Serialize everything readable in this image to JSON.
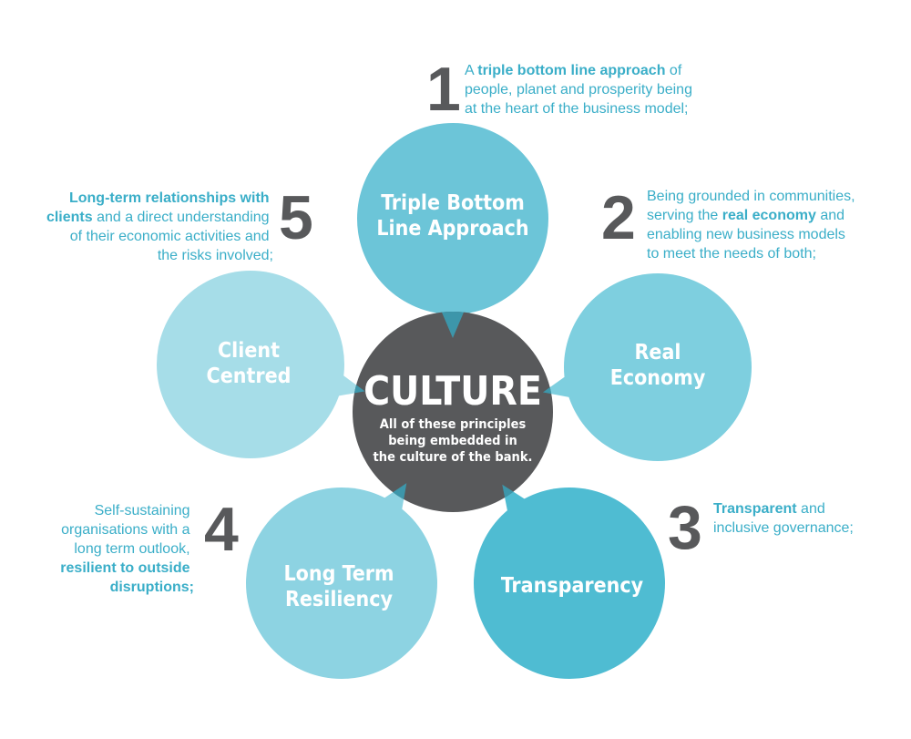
{
  "colors": {
    "center": "#58595b",
    "tbl": "#6cc5d8",
    "real": "#7ecfdf",
    "trans": "#4fbcd2",
    "long": "#8dd3e2",
    "client": "#a6dde8",
    "overlap": "#3d96aa",
    "text": "#3aaec8"
  },
  "center": {
    "title": "CULTURE",
    "lines": [
      "All of these principles",
      "being embedded in",
      "the culture of the bank."
    ]
  },
  "circles": {
    "tbl": [
      "Triple Bottom",
      "Line Approach"
    ],
    "real": [
      "Real",
      "Economy"
    ],
    "trans": [
      "Transparency"
    ],
    "long": [
      "Long Term",
      "Resiliency"
    ],
    "client": [
      "Client",
      "Centred"
    ]
  },
  "principles": [
    {
      "number": "1",
      "l1a": "A ",
      "l1b": "triple bottom line approach",
      "l1c": " of",
      "l2": "people, planet and prosperity being",
      "l3": "at the heart of the business model;"
    },
    {
      "number": "2",
      "l1": "Being grounded in communities,",
      "l2a": "serving the ",
      "l2b": "real economy",
      "l2c": " and",
      "l3": "enabling new business models",
      "l4": "to meet the needs of both;"
    },
    {
      "number": "3",
      "l1a": "Transparent",
      "l1b": " and",
      "l2": "inclusive governance;"
    },
    {
      "number": "4",
      "l1": "Self-sustaining",
      "l2": "organisations with a",
      "l3": "long term outlook,",
      "l4": "resilient to outside",
      "l5": "disruptions;"
    },
    {
      "number": "5",
      "l1": "Long-term relationships with",
      "l2a": "clients",
      "l2b": " and a direct understanding",
      "l3": "of their economic activities and",
      "l4": "the risks involved;"
    }
  ]
}
